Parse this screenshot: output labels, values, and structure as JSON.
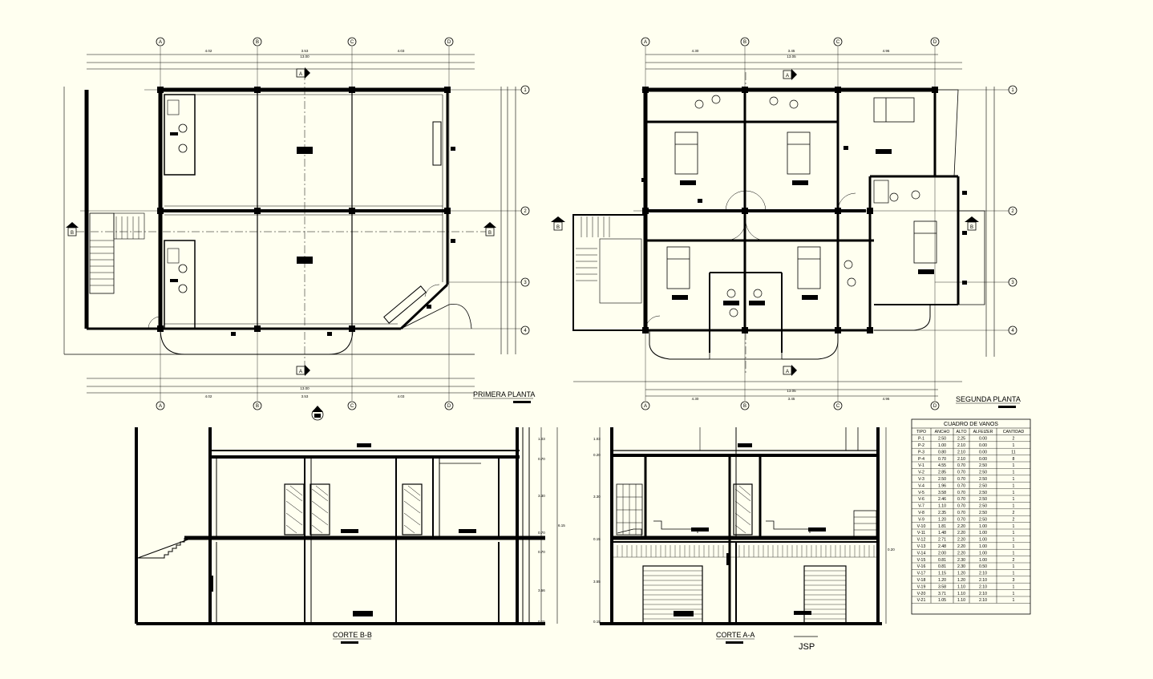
{
  "drawing": {
    "plan1_title": "PRIMERA PLANTA",
    "plan2_title": "SEGUNDA PLANTA",
    "section_bb_title": "CORTE B-B",
    "section_aa_title": "CORTE A-A",
    "author": "JSP",
    "grid_letters": [
      "A",
      "B",
      "C",
      "D"
    ],
    "grid_numbers": [
      "1",
      "2",
      "3",
      "4"
    ],
    "section_marks": [
      "A",
      "B"
    ],
    "plan1_top_dims": [
      "4.02",
      "3.53",
      "4.03"
    ],
    "plan1_overall": "13.00",
    "plan2_top_dims": [
      "4.30",
      "3.45",
      "4.96"
    ],
    "plan2_overall": "13.05",
    "section_bb_levels": [
      "1.03",
      "0.70",
      "3.30",
      "0.70",
      "0.70",
      "3.56",
      "0.15"
    ],
    "section_bb_total": "6.15",
    "section_aa_levels": [
      "1.03",
      "0.20",
      "3.30",
      "0.15",
      "0.20",
      "3.55",
      "0.15"
    ]
  },
  "vanos": {
    "title": "CUADRO DE VANOS",
    "headers": [
      "TIPO",
      "ANCHO",
      "ALTO",
      "ALFEIZER",
      "CANTIDAD"
    ],
    "rows": [
      [
        "P-1",
        "2.50",
        "2.25",
        "0.00",
        "2"
      ],
      [
        "P-2",
        "1.00",
        "2.10",
        "0.00",
        "1"
      ],
      [
        "P-3",
        "0.80",
        "2.10",
        "0.00",
        "11"
      ],
      [
        "P-4",
        "0.70",
        "2.10",
        "0.00",
        "8"
      ],
      [
        "V-1",
        "4.55",
        "0.70",
        "2.50",
        "1"
      ],
      [
        "V-2",
        "2.85",
        "0.70",
        "2.50",
        "1"
      ],
      [
        "V-3",
        "2.50",
        "0.70",
        "2.50",
        "1"
      ],
      [
        "V-4",
        "1.96",
        "0.70",
        "2.50",
        "1"
      ],
      [
        "V-5",
        "3.58",
        "0.70",
        "2.50",
        "1"
      ],
      [
        "V-6",
        "2.46",
        "0.70",
        "2.50",
        "1"
      ],
      [
        "V-7",
        "1.10",
        "0.70",
        "2.50",
        "1"
      ],
      [
        "V-8",
        "2.35",
        "0.70",
        "2.50",
        "2"
      ],
      [
        "V-9",
        "1.20",
        "0.70",
        "2.50",
        "2"
      ],
      [
        "V-10",
        "1.81",
        "2.20",
        "1.00",
        "1"
      ],
      [
        "V-11",
        "1.48",
        "2.20",
        "1.00",
        "1"
      ],
      [
        "V-12",
        "2.71",
        "2.20",
        "1.00",
        "1"
      ],
      [
        "V-13",
        "2.48",
        "2.20",
        "1.00",
        "1"
      ],
      [
        "V-14",
        "2.00",
        "2.20",
        "1.00",
        "1"
      ],
      [
        "V-15",
        "0.81",
        "2.30",
        "1.00",
        "2"
      ],
      [
        "V-16",
        "0.81",
        "2.30",
        "0.50",
        "1"
      ],
      [
        "V-17",
        "1.15",
        "1.20",
        "2.10",
        "1"
      ],
      [
        "V-18",
        "1.20",
        "1.20",
        "2.10",
        "3"
      ],
      [
        "V-19",
        "3.58",
        "1.10",
        "2.10",
        "1"
      ],
      [
        "V-20",
        "3.71",
        "1.10",
        "2.10",
        "1"
      ],
      [
        "V-21",
        "1.05",
        "1.10",
        "2.10",
        "1"
      ]
    ]
  },
  "colors": {
    "background": "#fffff0",
    "ink": "#000000"
  }
}
